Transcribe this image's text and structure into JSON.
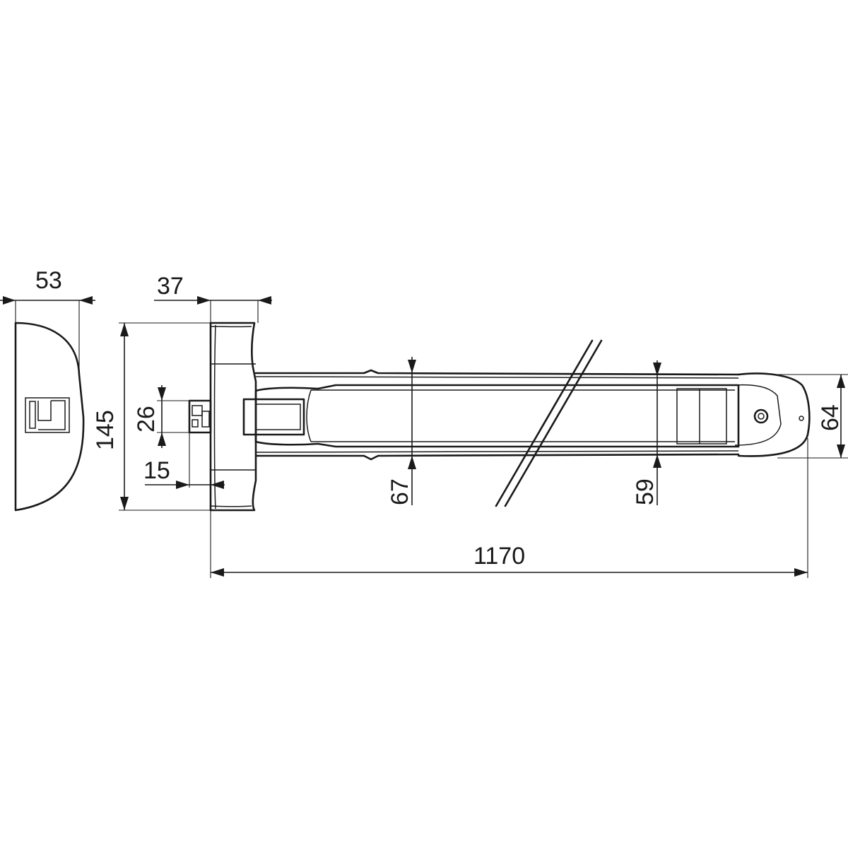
{
  "dimensions": {
    "end_cap_depth": "53",
    "bracket_depth": "37",
    "overall_height": "145",
    "latch_height": "26",
    "latch_offset": "15",
    "bar_height_left": "67",
    "bar_height_right": "59",
    "end_cap_height": "64",
    "overall_length": "1170"
  }
}
